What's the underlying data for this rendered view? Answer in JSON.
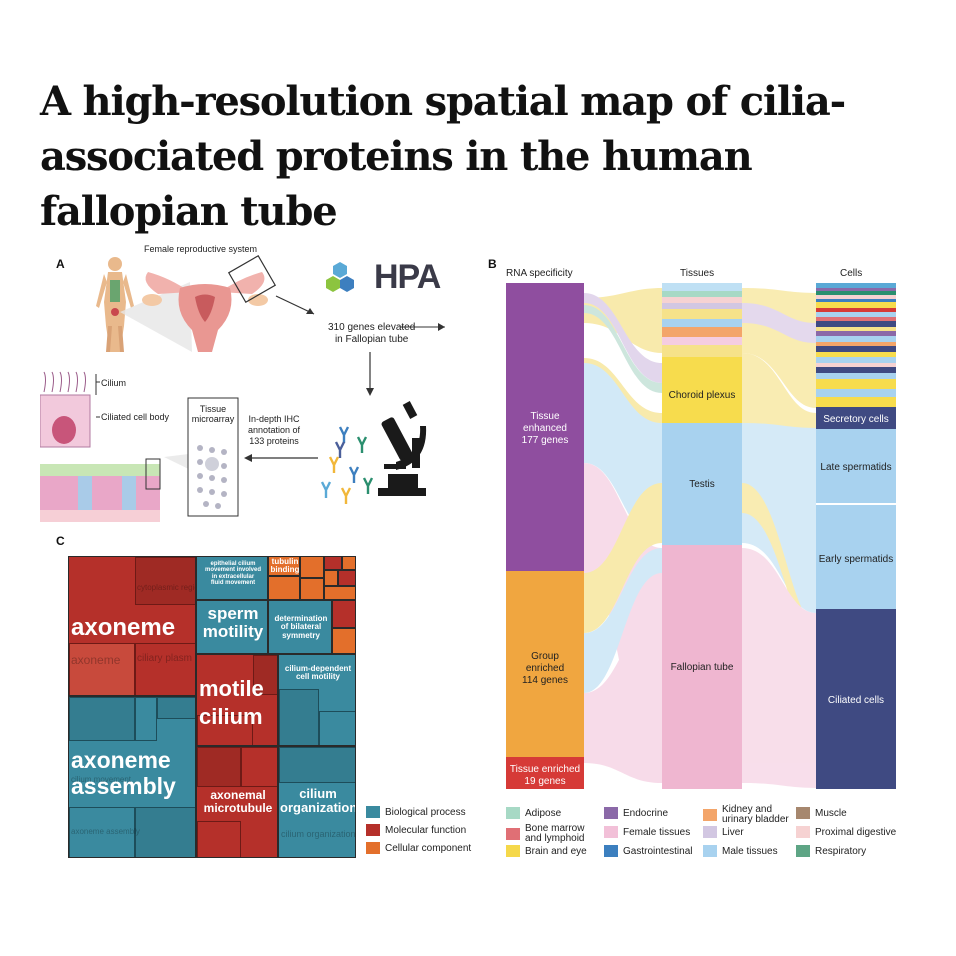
{
  "title": "A high-resolution spatial map of cilia-associated proteins in the human fallopian tube",
  "panelA": {
    "label": "A",
    "female_system": "Female reproductive system",
    "hpa_logo": "HPA",
    "genes_elevated": [
      "310 genes elevated",
      "in Fallopian tube"
    ],
    "cilium": "Cilium",
    "ciliated_cell_body": "Ciliated cell body",
    "tissue_microarray": [
      "Tissue",
      "microarray"
    ],
    "ihc": [
      "In-depth IHC",
      "annotation of",
      "133 proteins"
    ]
  },
  "panelB": {
    "label": "B",
    "col_headers": [
      "RNA specificity",
      "Tissues",
      "Cells"
    ],
    "rna_nodes": [
      {
        "label": [
          "Tissue",
          "enhanced",
          "177 genes"
        ],
        "color": "#8f4e9f"
      },
      {
        "label": [
          "Group",
          "enriched",
          "114 genes"
        ],
        "color": "#f0a640"
      },
      {
        "label": [
          "Tissue enriched",
          "19 genes"
        ],
        "color": "#d63a37"
      }
    ],
    "tissue_nodes": [
      {
        "label": "Choroid plexus",
        "color": "#f7dc4d"
      },
      {
        "label": "Testis",
        "color": "#a8d2ef"
      },
      {
        "label": "Fallopian tube",
        "color": "#efb6d0"
      }
    ],
    "cell_nodes": [
      {
        "label": "Secretory cells",
        "color": "#3f4a82"
      },
      {
        "label": "Late spermatids",
        "color": "#a8d2ef"
      },
      {
        "label": "Early spermatids",
        "color": "#a8d2ef"
      },
      {
        "label": "Ciliated cells",
        "color": "#3f4a82"
      }
    ],
    "legend": [
      {
        "label": "Adipose",
        "color": "#a7d9c5"
      },
      {
        "label": "Endocrine",
        "color": "#8b69a8"
      },
      {
        "label": "Kidney and urinary bladder",
        "lines": [
          "Kidney and",
          "urinary bladder"
        ],
        "color": "#f3a56a"
      },
      {
        "label": "Muscle",
        "color": "#a6876e"
      },
      {
        "label": "Bone marrow and lymphoid",
        "lines": [
          "Bone marrow",
          "and lymphoid"
        ],
        "color": "#e06f75"
      },
      {
        "label": "Female tissues",
        "color": "#f2c0d8"
      },
      {
        "label": "Liver",
        "color": "#d2c7e2"
      },
      {
        "label": "Proximal digestive",
        "color": "#f6d2d2"
      },
      {
        "label": "Brain and eye",
        "color": "#f5d84a"
      },
      {
        "label": "Gastrointestinal",
        "color": "#3c7fbf"
      },
      {
        "label": "Male tissues",
        "color": "#a8d2ef"
      },
      {
        "label": "Respiratory",
        "color": "#5ea585"
      }
    ]
  },
  "panelC": {
    "label": "C",
    "terms": {
      "axoneme": "axoneme",
      "cytoplasmic_region": "cytoplasmic region",
      "axoneme_ghost": "axoneme",
      "ciliary_plasm": "ciliary plasm",
      "axoneme_assembly": [
        "axoneme",
        "assembly"
      ],
      "cilium_movement": "cilium movement",
      "axoneme_assembly_ghost": "axoneme assembly",
      "epithelial": [
        "epithelial cilium",
        "movement involved",
        "in extracellular",
        "fluid movement"
      ],
      "tubulin": [
        "tubulin",
        "binding"
      ],
      "sperm_motility": [
        "sperm",
        "motility"
      ],
      "determination": [
        "determination",
        "of bilateral",
        "symmetry"
      ],
      "motile_cilium": [
        "motile",
        "cilium"
      ],
      "cilium_dependent": [
        "cilium-dependent",
        "cell motility"
      ],
      "axonemal": [
        "axonemal",
        "microtubule"
      ],
      "cilium_organization": [
        "cilium",
        "organization"
      ],
      "cilium_organization_ghost": "cilium organization"
    },
    "legend": [
      {
        "label": "Biological process",
        "color": "#3a8a9f"
      },
      {
        "label": "Molecular function",
        "color": "#b5302a"
      },
      {
        "label": "Cellular component",
        "color": "#e36f2b"
      }
    ]
  }
}
